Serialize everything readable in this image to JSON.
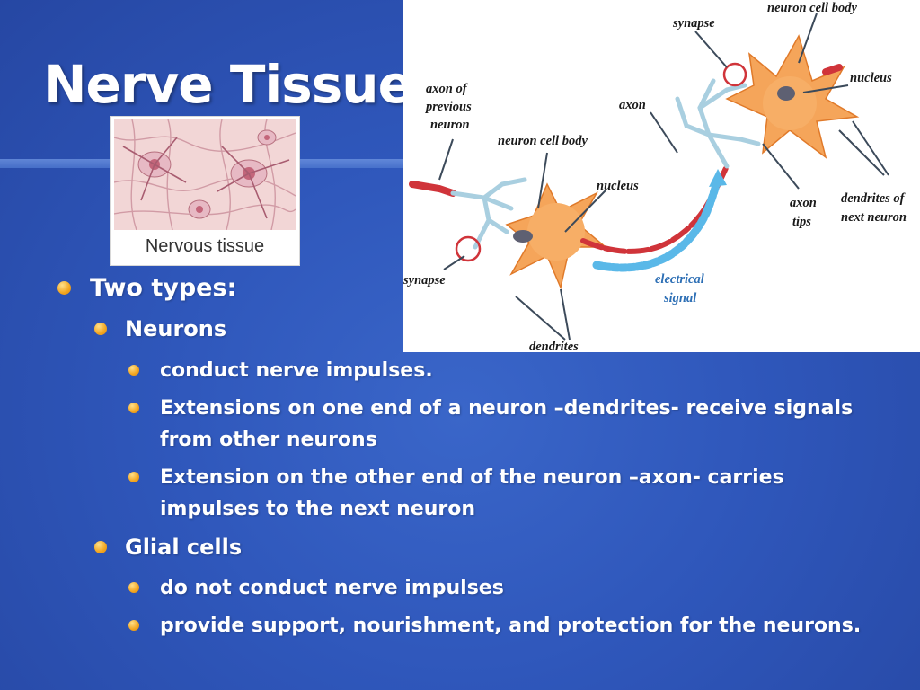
{
  "slide": {
    "title": "Nerve Tissue",
    "image_caption": "Nervous tissue",
    "bullets": {
      "level1": "Two types:",
      "neurons": "Neurons",
      "neuron_points": [
        "conduct nerve impulses.",
        "Extensions on one end of a neuron –dendrites- receive signals from other neurons",
        "Extension on the other end of the neuron –axon- carries impulses to the next neuron"
      ],
      "glial": "Glial cells",
      "glial_points": [
        "do not conduct nerve impulses",
        "provide support, nourishment, and protection for the neurons."
      ]
    }
  },
  "diagram": {
    "labels": {
      "synapse_top": "synapse",
      "cell_body_top": "neuron cell body",
      "nucleus_right": "nucleus",
      "axon_prev_1": "axon of",
      "axon_prev_2": "previous",
      "axon_prev_3": "neuron",
      "axon": "axon",
      "cell_body_mid": "neuron cell body",
      "nucleus_mid": "nucleus",
      "axon_tips_1": "axon",
      "axon_tips_2": "tips",
      "dendrites_next_1": "dendrites of",
      "dendrites_next_2": "next neuron",
      "synapse_left": "synapse",
      "electrical_1": "electrical",
      "electrical_2": "signal",
      "dendrites": "dendrites"
    }
  },
  "colors": {
    "background": "#2f57bb",
    "bullet": "#f2a51f",
    "neuron_body": "#f5a55a",
    "axon_red": "#d0343a",
    "signal_blue": "#5ab8e8",
    "dendrite_blue": "#a9cfe0"
  }
}
